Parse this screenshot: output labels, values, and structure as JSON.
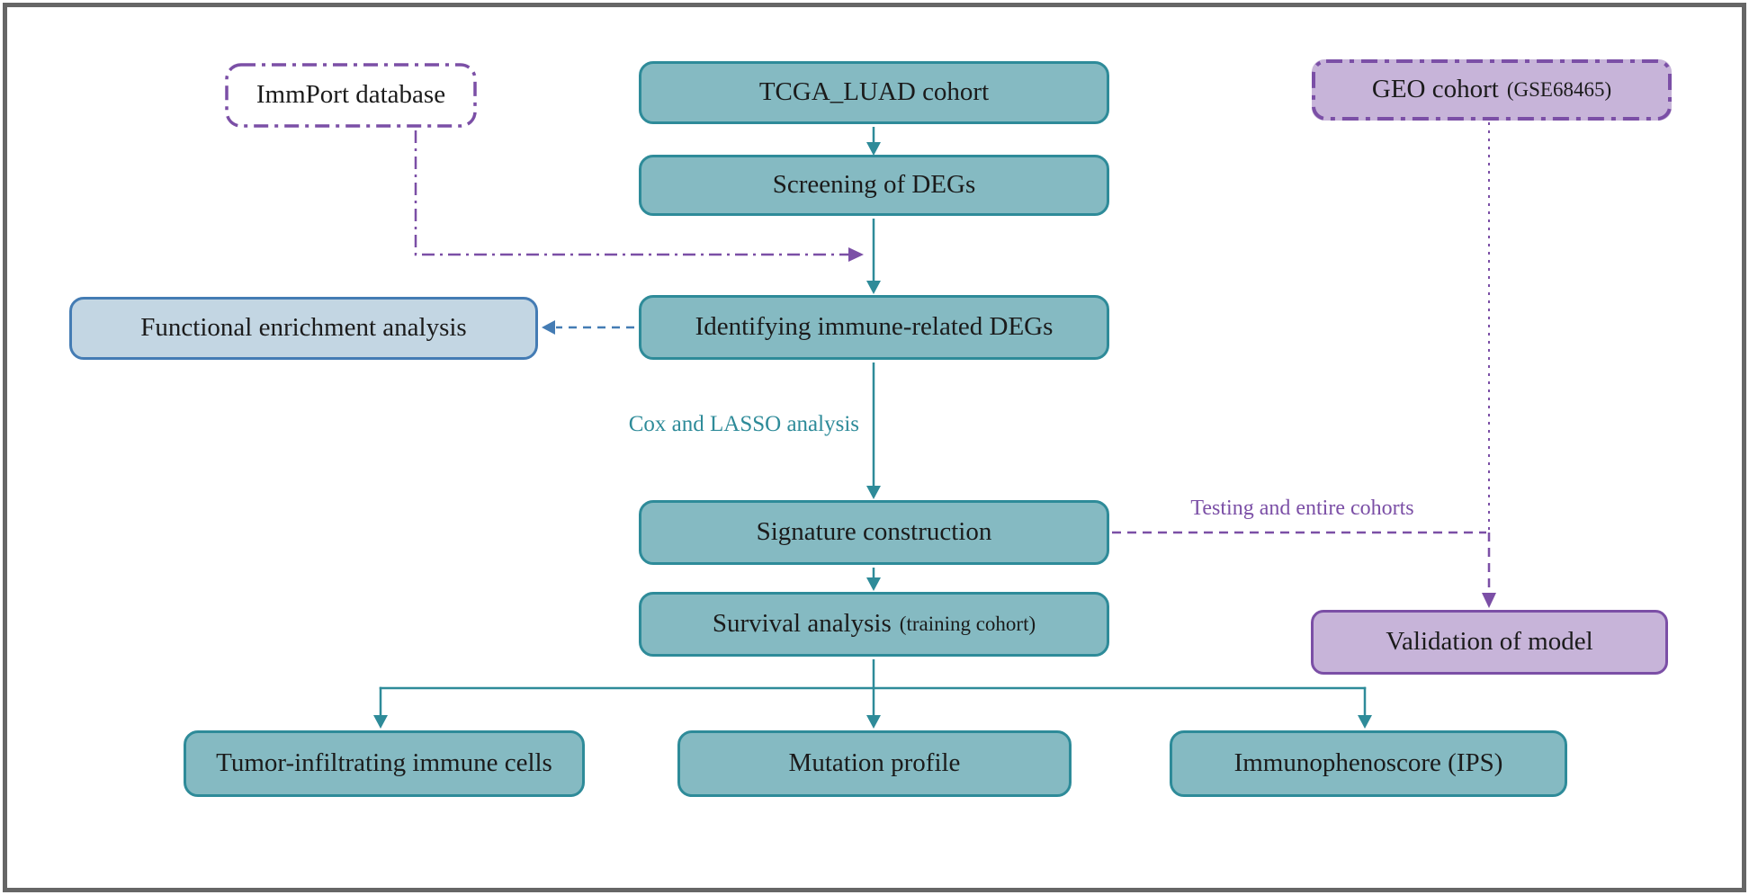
{
  "diagram": {
    "nodes": {
      "immport": {
        "label": "ImmPort database"
      },
      "tcga": {
        "label": "TCGA_LUAD cohort"
      },
      "geo": {
        "label": "GEO cohort",
        "sublabel": "(GSE68465)"
      },
      "screening": {
        "label": "Screening of DEGs"
      },
      "functional": {
        "label": "Functional enrichment analysis"
      },
      "identifying": {
        "label": "Identifying immune-related DEGs"
      },
      "signature": {
        "label": "Signature construction"
      },
      "survival": {
        "label": "Survival analysis",
        "sublabel": "(training cohort)"
      },
      "validation": {
        "label": "Validation of model"
      },
      "tumor_infiltrating": {
        "label": "Tumor-infiltrating immune cells"
      },
      "mutation_profile": {
        "label": "Mutation profile"
      },
      "immunophenoscore": {
        "label": "Immunophenoscore (IPS)"
      }
    },
    "edge_labels": {
      "cox_lasso": "Cox and LASSO analysis",
      "testing_cohorts": "Testing and entire cohorts"
    }
  },
  "colors": {
    "teal-fill": "#85bac2",
    "teal-border": "#2e8b99",
    "lightblue-fill": "#c3d6e3",
    "blue-accent": "#447cb4",
    "purple-accent": "#7b4fa6",
    "purple-fill": "#c7b4d9",
    "frame-gray": "#666666",
    "text-dark": "#1b1b1b"
  }
}
